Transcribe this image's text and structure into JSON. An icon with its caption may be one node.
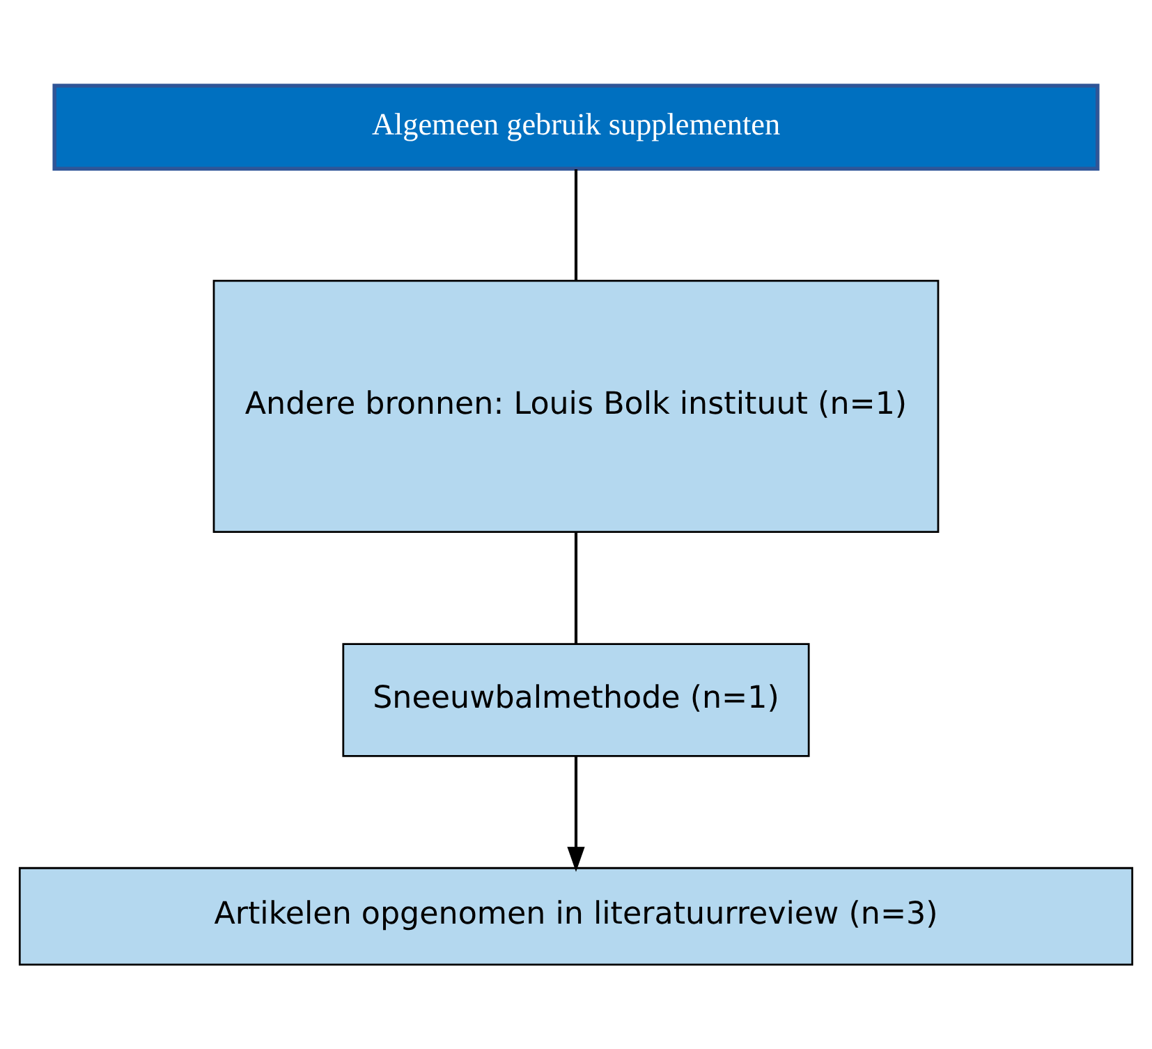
{
  "diagram": {
    "nodes": [
      {
        "text": [
          "Algemeen gebruik supplementen"
        ]
      },
      {
        "text": [
          "Andere bronnen: Louis Bolk instituut (n=1)"
        ]
      },
      {
        "text": [
          "Sneeuwbalmethode (n=1)"
        ]
      },
      {
        "text": [
          "Artikelen opgenomen in literatuurreview (n=3)"
        ]
      }
    ],
    "edges": [
      {
        "from": 0,
        "to": 1,
        "arrow": "none"
      },
      {
        "from": 1,
        "to": 2,
        "arrow": "none"
      },
      {
        "from": 2,
        "to": 3,
        "arrow": "to"
      }
    ]
  }
}
